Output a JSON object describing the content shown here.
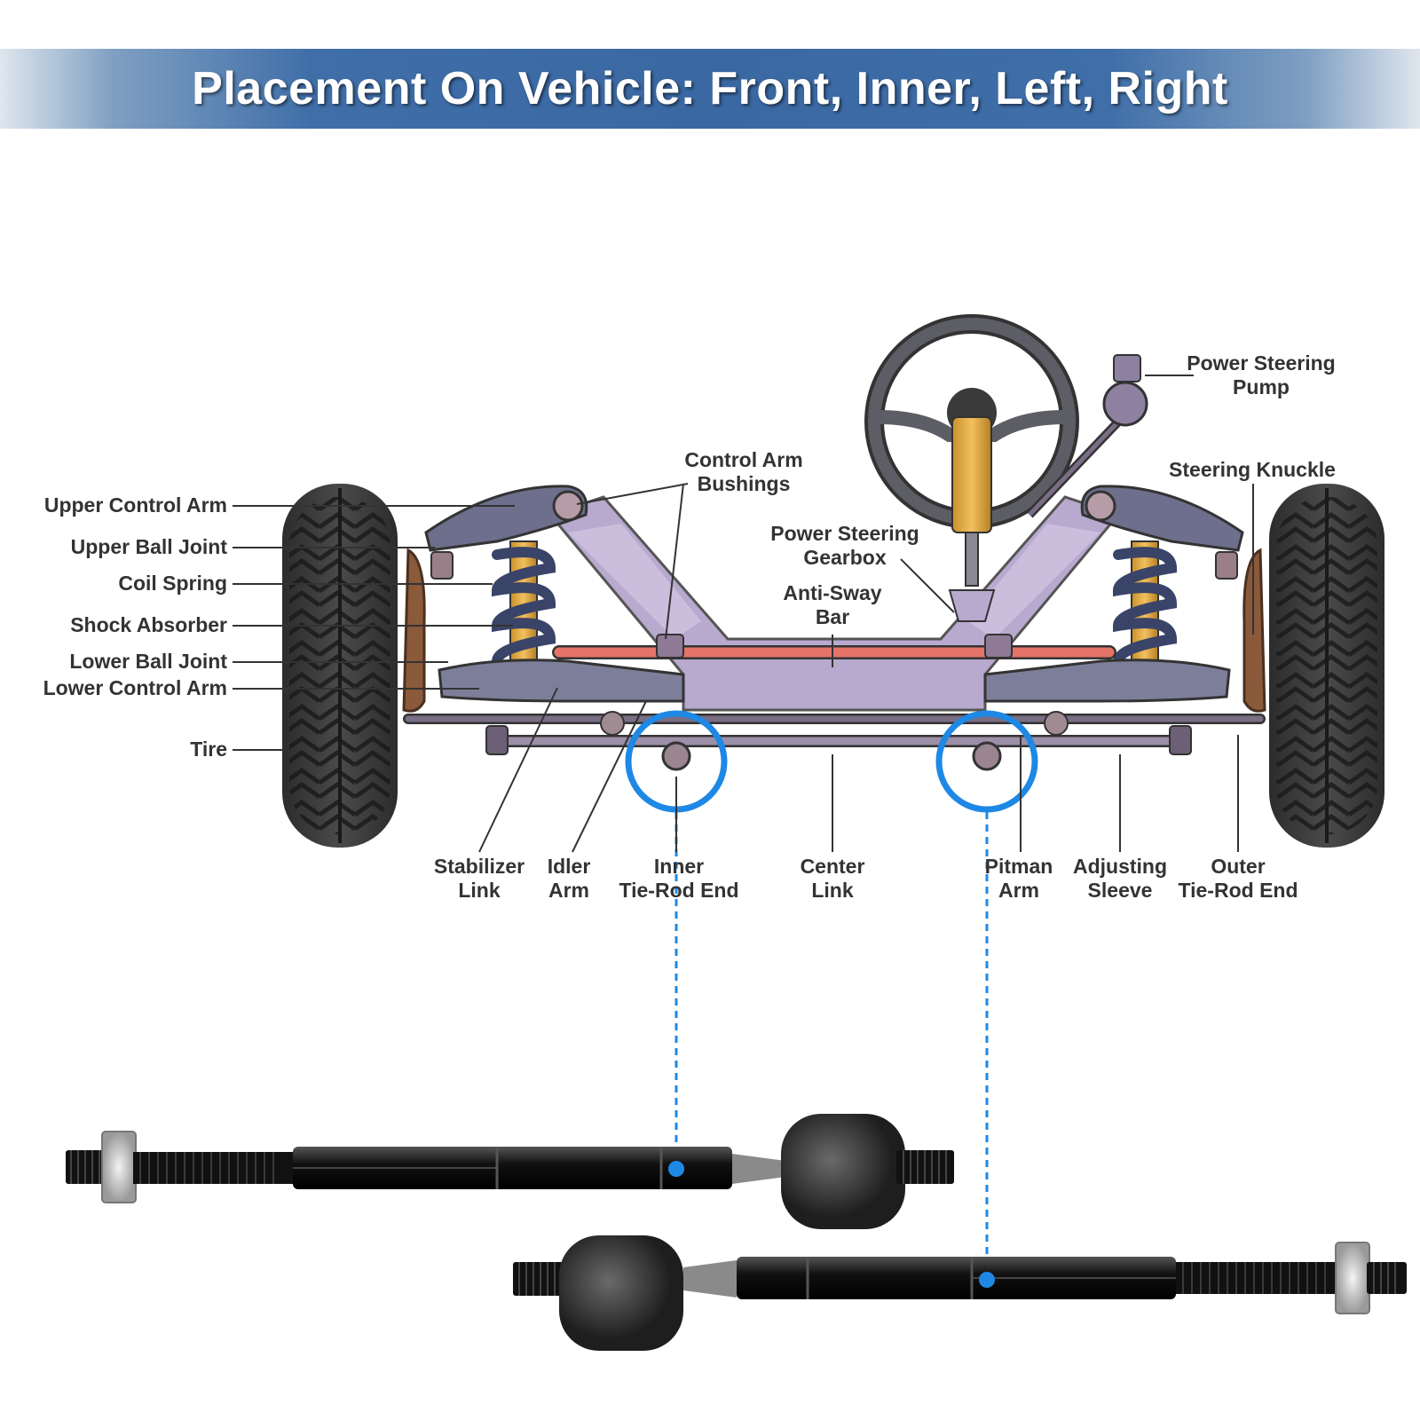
{
  "banner": {
    "title": "Placement On Vehicle: Front, Inner, Left, Right"
  },
  "labels": {
    "upper_control_arm": "Upper Control Arm",
    "upper_ball_joint": "Upper Ball Joint",
    "coil_spring": "Coil Spring",
    "shock_absorber": "Shock Absorber",
    "lower_ball_joint": "Lower Ball Joint",
    "lower_control_arm": "Lower Control Arm",
    "tire": "Tire",
    "control_arm_bushings_1": "Control Arm",
    "control_arm_bushings_2": "Bushings",
    "power_steering_gearbox_1": "Power Steering",
    "power_steering_gearbox_2": "Gearbox",
    "anti_sway_bar_1": "Anti-Sway",
    "anti_sway_bar_2": "Bar",
    "power_steering_pump_1": "Power Steering",
    "power_steering_pump_2": "Pump",
    "steering_knuckle": "Steering Knuckle",
    "stabilizer_link_1": "Stabilizer",
    "stabilizer_link_2": "Link",
    "idler_arm_1": "Idler",
    "idler_arm_2": "Arm",
    "inner_tie_rod_end_1": "Inner",
    "inner_tie_rod_end_2": "Tie-Rod End",
    "center_link_1": "Center",
    "center_link_2": "Link",
    "pitman_arm_1": "Pitman",
    "pitman_arm_2": "Arm",
    "adjusting_sleeve_1": "Adjusting",
    "adjusting_sleeve_2": "Sleeve",
    "outer_tie_rod_end_1": "Outer",
    "outer_tie_rod_end_2": "Tie-Rod End"
  },
  "colors": {
    "highlight": "#1e88e5",
    "sway_bar": "#e57368",
    "frame": "#b8a9cf",
    "arm": "#6d6f8c",
    "tire": "#3a3a3a",
    "rod": "#1b1b1b"
  }
}
